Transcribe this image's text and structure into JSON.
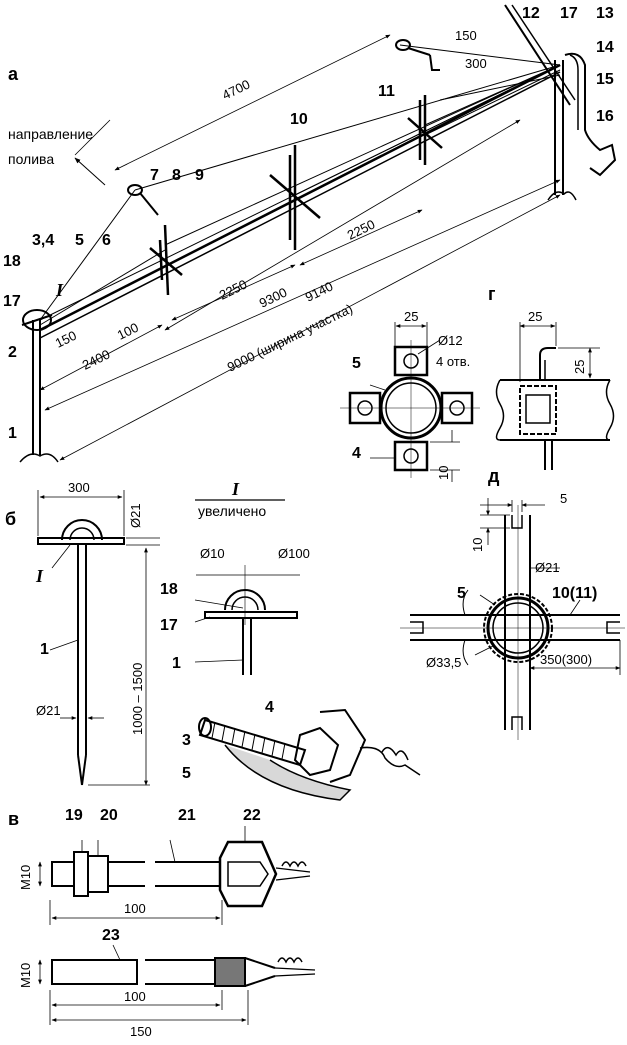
{
  "sections": {
    "a": "а",
    "b": "б",
    "v": "в",
    "g": "г",
    "d": "д"
  },
  "a": {
    "direction_label_1": "направление",
    "direction_label_2": "полива",
    "dims": {
      "d4700": "4700",
      "d150": "150",
      "d300": "300",
      "d2250a": "2250",
      "d2250b": "2250",
      "d9300": "9300",
      "d9140": "9140",
      "d9000": "9000 (ширина участка)",
      "d2400": "2400",
      "d100": "100",
      "d150b": "150"
    },
    "callouts": {
      "n1": "1",
      "n2": "2",
      "n34": "3,4",
      "n5": "5",
      "n6": "6",
      "n7": "7",
      "n8": "8",
      "n9": "9",
      "n10": "10",
      "n11": "11",
      "n12": "12",
      "n13": "13",
      "n14": "14",
      "n15": "15",
      "n16": "16",
      "n17": "17",
      "n17b": "17",
      "n18": "18",
      "detail": "I"
    }
  },
  "b": {
    "dims": {
      "w300": "300",
      "d21": "Ø21",
      "d21b": "Ø21",
      "len": "1000 – 1500"
    },
    "callouts": {
      "n1": "1",
      "detail": "I"
    }
  },
  "detail_I": {
    "title": "I",
    "subtitle": "увеличено",
    "dims": {
      "d10": "Ø10",
      "d100": "Ø100"
    },
    "callouts": {
      "n18": "18",
      "n17": "17",
      "n1": "1",
      "n4": "4",
      "n3": "3",
      "n5": "5"
    }
  },
  "v": {
    "thread1": "M10",
    "thread2": "M10",
    "dims": {
      "a100": "100",
      "b100": "100",
      "b150": "150"
    },
    "callouts": {
      "n19": "19",
      "n20": "20",
      "n21": "21",
      "n22": "22",
      "n23": "23"
    }
  },
  "g": {
    "dims": {
      "w25": "25",
      "d12": "Ø12",
      "holes": "4 отв.",
      "h10": "10",
      "w25b": "25",
      "h25": "25"
    },
    "callouts": {
      "n5": "5",
      "n4": "4"
    }
  },
  "d": {
    "dims": {
      "w5": "5",
      "h10": "10",
      "d21": "Ø21",
      "d335": "Ø33,5",
      "len": "350(300)"
    },
    "callouts": {
      "n5": "5",
      "n1011": "10(11)"
    }
  }
}
